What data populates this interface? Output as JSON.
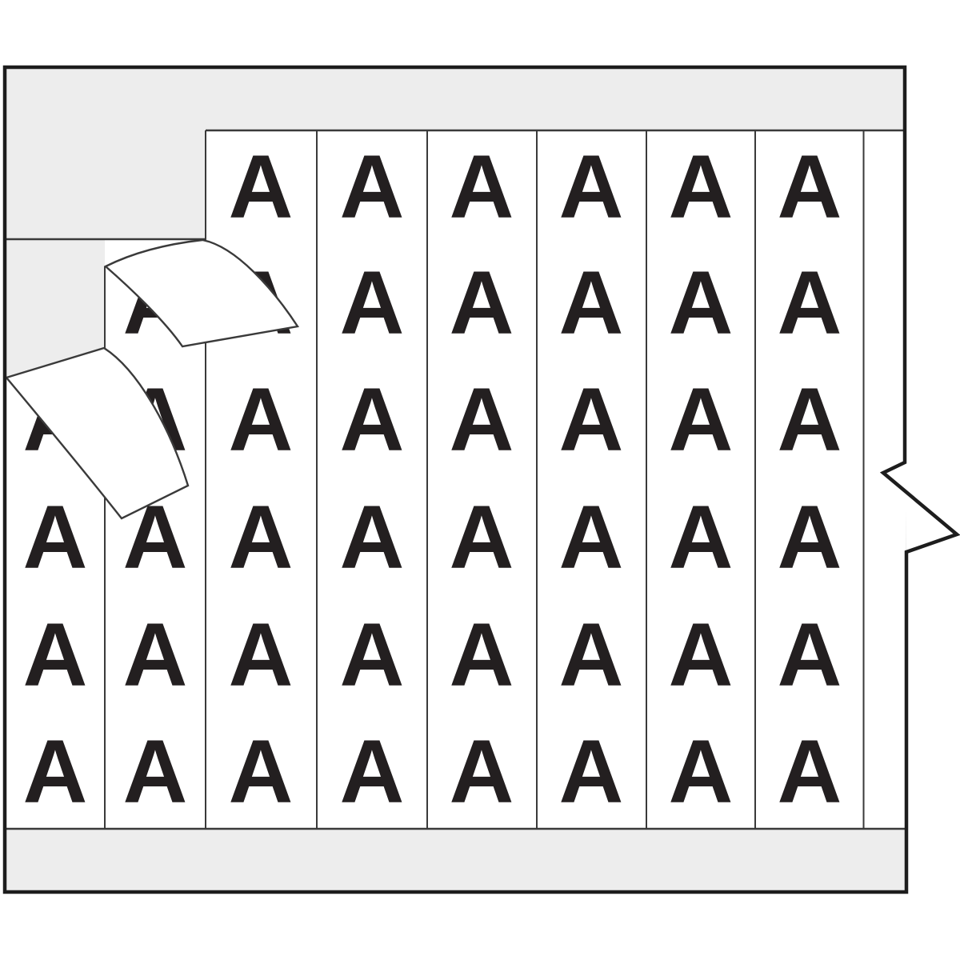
{
  "illustration": {
    "kind": "wire-marker-label-card",
    "legend_letter": "A",
    "grid": {
      "rows": 6,
      "columns": [
        {
          "id": 1,
          "present_rows": [
            3,
            4,
            5,
            6
          ]
        },
        {
          "id": 2,
          "present_rows": [
            2,
            3,
            4,
            5,
            6
          ]
        },
        {
          "id": 3,
          "present_rows": [
            1,
            2,
            3,
            4,
            5,
            6
          ]
        },
        {
          "id": 4,
          "present_rows": [
            1,
            2,
            3,
            4,
            5,
            6
          ]
        },
        {
          "id": 5,
          "present_rows": [
            1,
            2,
            3,
            4,
            5,
            6
          ]
        },
        {
          "id": 6,
          "present_rows": [
            1,
            2,
            3,
            4,
            5,
            6
          ]
        },
        {
          "id": 7,
          "present_rows": [
            1,
            2,
            3,
            4,
            5,
            6
          ]
        },
        {
          "id": 8,
          "present_rows": [
            1,
            2,
            3,
            4,
            5,
            6
          ]
        }
      ]
    },
    "peeling_labels": 2,
    "colors": {
      "page_background": "#ffffff",
      "card_backing": "#ededed",
      "label_face": "#ffffff",
      "letter_ink": "#231f20",
      "line_ink": "#3a3a3a",
      "border_ink": "#1d1d1d"
    }
  }
}
